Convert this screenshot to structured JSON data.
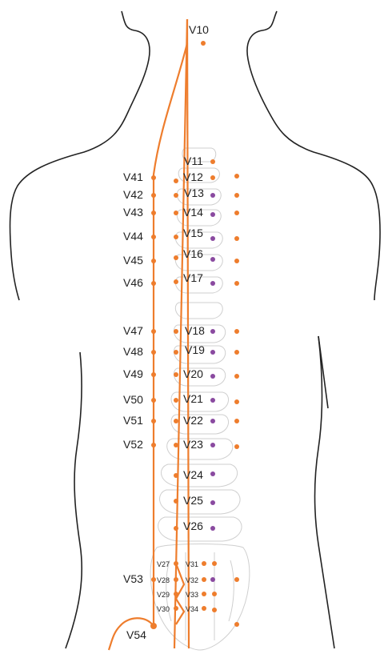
{
  "colors": {
    "meridian": "#ee7d2d",
    "point_orange": "#ee7d2d",
    "point_purple": "#8a4aa0",
    "body_outline": "#222222",
    "spine_outline": "#c8c8c8"
  },
  "labels": {
    "v10": "V10",
    "v11": "V11",
    "v12": "V12",
    "v13": "V13",
    "v14": "V14",
    "v15": "V15",
    "v16": "V16",
    "v17": "V17",
    "v18": "V18",
    "v19": "V19",
    "v20": "V20",
    "v21": "V21",
    "v22": "V22",
    "v23": "V23",
    "v24": "V24",
    "v25": "V25",
    "v26": "V26",
    "v27": "V27",
    "v28": "V28",
    "v29": "V29",
    "v30": "V30",
    "v31": "V31",
    "v32": "V32",
    "v33": "V33",
    "v34": "V34",
    "v41": "V41",
    "v42": "V42",
    "v43": "V43",
    "v44": "V44",
    "v45": "V45",
    "v46": "V46",
    "v47": "V47",
    "v48": "V48",
    "v49": "V49",
    "v50": "V50",
    "v51": "V51",
    "v52": "V52",
    "v53": "V53",
    "v54": "V54"
  }
}
